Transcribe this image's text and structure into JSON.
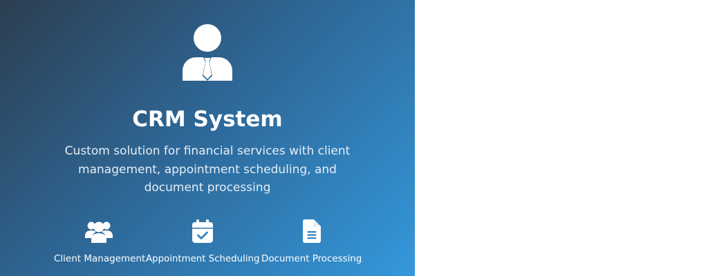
{
  "card": {
    "icon": "user-tie-icon",
    "title": "CRM System",
    "description": "Custom solution for financial services with client management, appointment scheduling, and document processing",
    "features": [
      {
        "icon": "users-icon",
        "label": "Client Management"
      },
      {
        "icon": "calendar-check-icon",
        "label": "Appointment Scheduling"
      },
      {
        "icon": "file-document-icon",
        "label": "Document Processing"
      }
    ]
  },
  "colors": {
    "gradient_start": "#2c3e50",
    "gradient_end": "#3498db",
    "text": "#ffffff",
    "page_background": "#ffffff"
  }
}
